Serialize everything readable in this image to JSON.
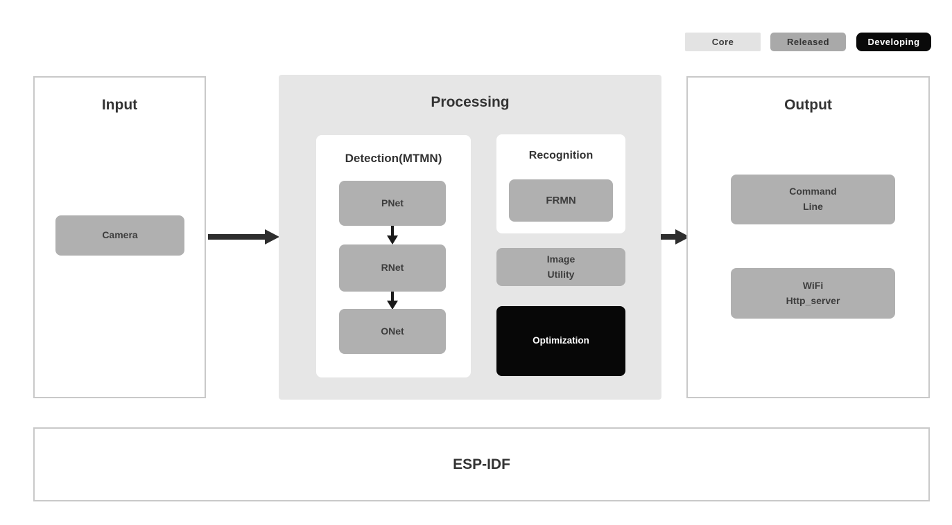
{
  "legend": {
    "core": {
      "label": "Core",
      "bg": "#e3e3e3",
      "fg": "#3a3a3a"
    },
    "released": {
      "label": "Released",
      "bg": "#a9a9a9",
      "fg": "#333333"
    },
    "developing": {
      "label": "Developing",
      "bg": "#0a0a0a",
      "fg": "#ffffff"
    }
  },
  "input_panel": {
    "title": "Input",
    "blocks": {
      "camera": "Camera"
    }
  },
  "processing_panel": {
    "title": "Processing",
    "detection": {
      "title": "Detection(MTMN)",
      "blocks": {
        "pnet": "PNet",
        "rnet": "RNet",
        "onet": "ONet"
      }
    },
    "recognition": {
      "title": "Recognition",
      "blocks": {
        "frmn": "FRMN"
      }
    },
    "image_utility": {
      "line1": "Image",
      "line2": "Utility"
    },
    "optimization": {
      "label": "Optimization"
    }
  },
  "output_panel": {
    "title": "Output",
    "command_line": {
      "line1": "Command",
      "line2": "Line"
    },
    "wifi_http_server": {
      "line1": "WiFi",
      "line2": "Http_server"
    }
  },
  "base_panel": {
    "title": "ESP-IDF"
  },
  "colors": {
    "processing_background": "#e6e6e6",
    "released_block": "#b0b0b0",
    "developing_block": "#070707",
    "core_block": "#e3e3e3",
    "panel_border": "#c9c9c9",
    "arrow": "#2e2e2e",
    "title_text": "#333333",
    "block_text": "#3d3d3d"
  }
}
